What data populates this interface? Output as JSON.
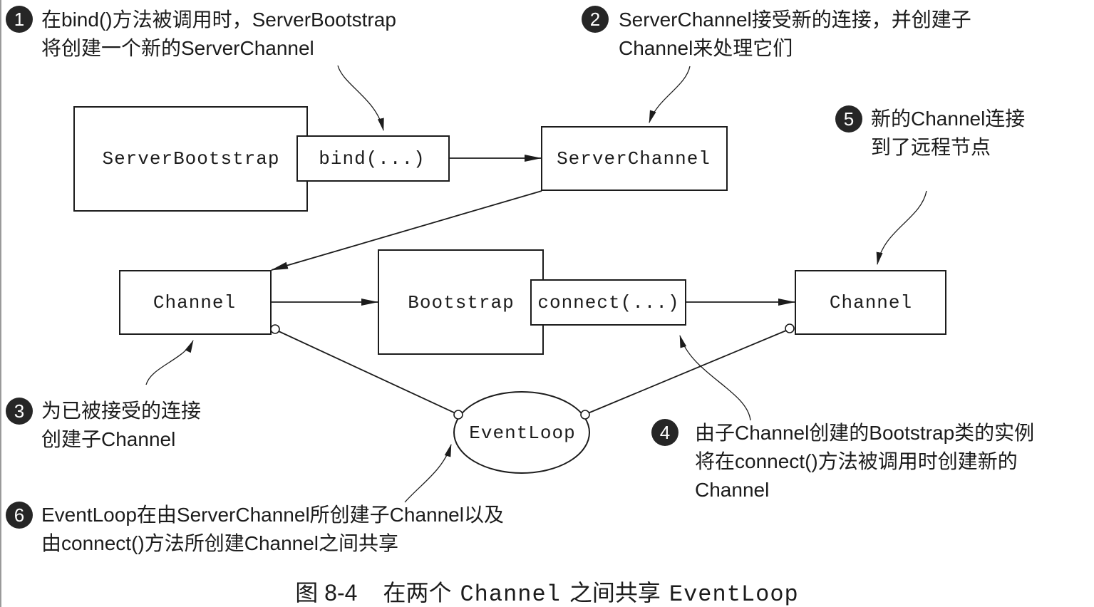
{
  "callouts": [
    {
      "number": "1",
      "lines": [
        "在bind()方法被调用时，ServerBootstrap",
        "将创建一个新的ServerChannel"
      ]
    },
    {
      "number": "2",
      "lines": [
        "ServerChannel接受新的连接，并创建子",
        "Channel来处理它们"
      ]
    },
    {
      "number": "3",
      "lines": [
        "为已被接受的连接",
        "创建子Channel"
      ]
    },
    {
      "number": "4",
      "lines": [
        "由子Channel创建的Bootstrap类的实例",
        "将在connect()方法被调用时创建新的",
        "Channel"
      ]
    },
    {
      "number": "5",
      "lines": [
        "新的Channel连接",
        "到了远程节点"
      ]
    },
    {
      "number": "6",
      "lines": [
        "EventLoop在由ServerChannel所创建子Channel以及",
        "由connect()方法所创建Channel之间共享"
      ]
    }
  ],
  "nodes": {
    "server_bootstrap": "ServerBootstrap",
    "bind": "bind(...)",
    "server_channel": "ServerChannel",
    "child_channel": "Channel",
    "bootstrap": "Bootstrap",
    "connect": "connect(...)",
    "remote_channel": "Channel",
    "event_loop": "EventLoop"
  },
  "caption": {
    "label": "图 8-4",
    "text_1": "在两个",
    "code_1": "Channel",
    "text_2": "之间共享",
    "code_2": "EventLoop"
  },
  "colors": {
    "ink": "#1c1c1c",
    "badge": "#262626",
    "background": "#ffffff"
  }
}
